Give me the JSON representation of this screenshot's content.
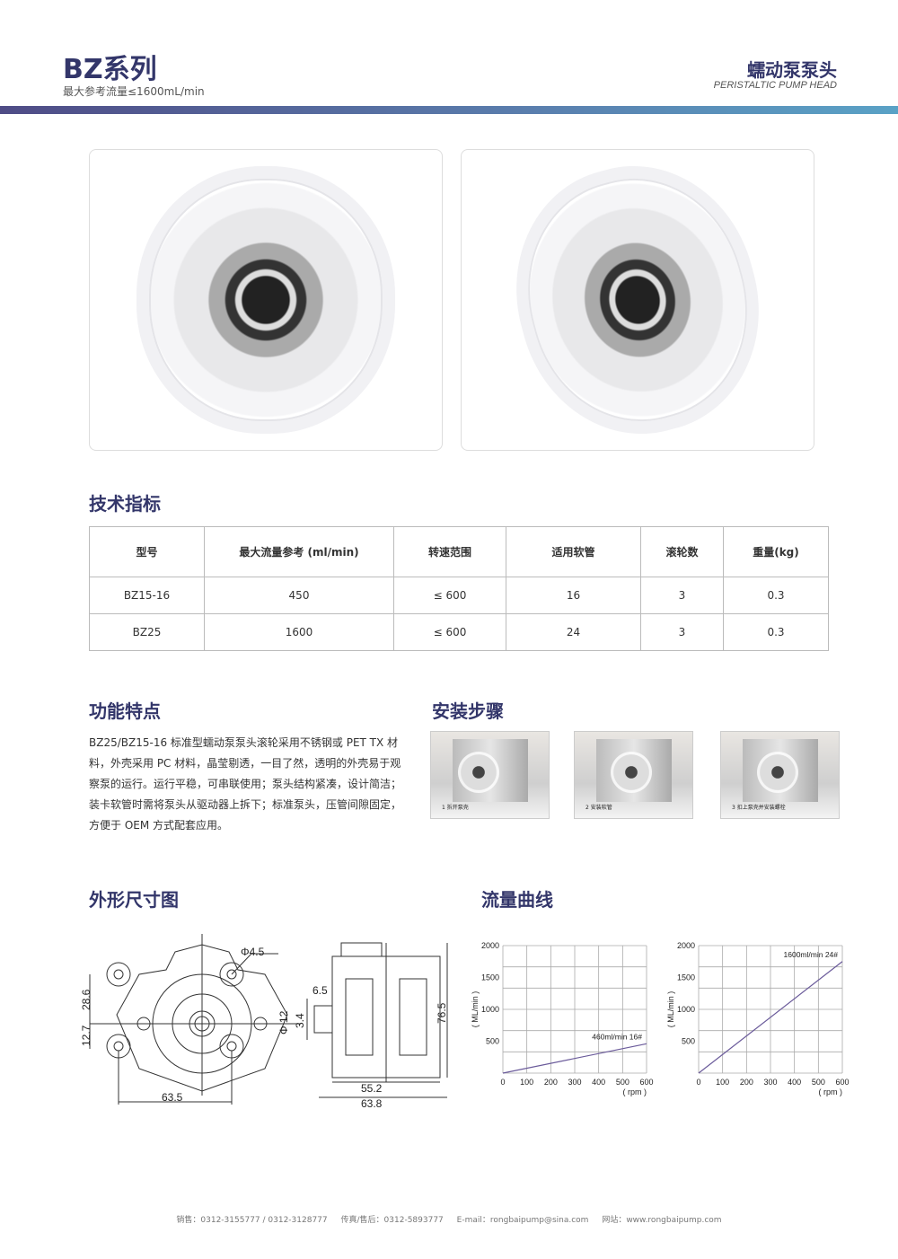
{
  "header": {
    "title": "BZ系列",
    "subtitle": "最大参考流量≤1600mL/min",
    "right_title": "蠕动泵泵头",
    "right_subtitle": "PERISTALTIC PUMP HEAD"
  },
  "sections": {
    "specs": "技术指标",
    "features": "功能特点",
    "install": "安装步骤",
    "dimensions": "外形尺寸图",
    "flow": "流量曲线"
  },
  "spec_table": {
    "headers": [
      "型号",
      "最大流量参考 (ml/min)",
      "转速范围",
      "适用软管",
      "滚轮数",
      "重量(kg)"
    ],
    "rows": [
      [
        "BZ15-16",
        "450",
        "≤ 600",
        "16",
        "3",
        "0.3"
      ],
      [
        "BZ25",
        "1600",
        "≤ 600",
        "24",
        "3",
        "0.3"
      ]
    ]
  },
  "features_text": "BZ25/BZ15-16 标准型蠕动泵泵头滚轮采用不锈钢或 PET TX 材料，外壳采用 PC 材料，晶莹剔透，一目了然，透明的外壳易于观察泵的运行。运行平稳，可串联使用；泵头结构紧凑，设计简洁；装卡软管时需将泵头从驱动器上拆下；标准泵头，压管间隙固定，方便于 OEM 方式配套应用。",
  "install_steps": [
    "1 拆开泵壳",
    "2 安装软管",
    "3 扣上泵壳并安装螺栓"
  ],
  "dimensions": {
    "front": [
      "Φ4.5",
      "28.6",
      "12.7",
      "63.5"
    ],
    "side": [
      "6.5",
      "Φ 12",
      "3.4",
      "76.5",
      "55.2",
      "63.8"
    ]
  },
  "chart_data": [
    {
      "type": "line",
      "ylabel": "( ML/min )",
      "xlabel": "( rpm )",
      "xlim": [
        0,
        600
      ],
      "ylim": [
        0,
        2000
      ],
      "grid": true,
      "xticks": [
        "0",
        "100",
        "200",
        "300",
        "400",
        "500",
        "600"
      ],
      "yticks": [
        "500",
        "1000",
        "1500",
        "2000"
      ],
      "series": [
        {
          "x": [
            0,
            600
          ],
          "y": [
            0,
            460
          ]
        }
      ],
      "annotation": "460ml/min  16#"
    },
    {
      "type": "line",
      "ylabel": "( ML/min )",
      "xlabel": "( rpm )",
      "xlim": [
        0,
        600
      ],
      "ylim": [
        0,
        2000
      ],
      "grid": true,
      "xticks": [
        "0",
        "100",
        "200",
        "300",
        "400",
        "500",
        "600"
      ],
      "yticks": [
        "500",
        "1000",
        "1500",
        "2000"
      ],
      "series": [
        {
          "x": [
            0,
            600
          ],
          "y": [
            0,
            1750
          ]
        }
      ],
      "annotation": "1600ml/min  24#"
    }
  ],
  "footer": [
    "销售：0312-3155777 / 0312-3128777",
    "传真/售后：0312-5893777",
    "E-mail：rongbaipump@sina.com",
    "网站：www.rongbaipump.com"
  ],
  "colors": {
    "brand": "#33366a",
    "band_start": "#4f4c86",
    "band_end": "#5aa2c6",
    "curve": "#6a5a9a"
  }
}
